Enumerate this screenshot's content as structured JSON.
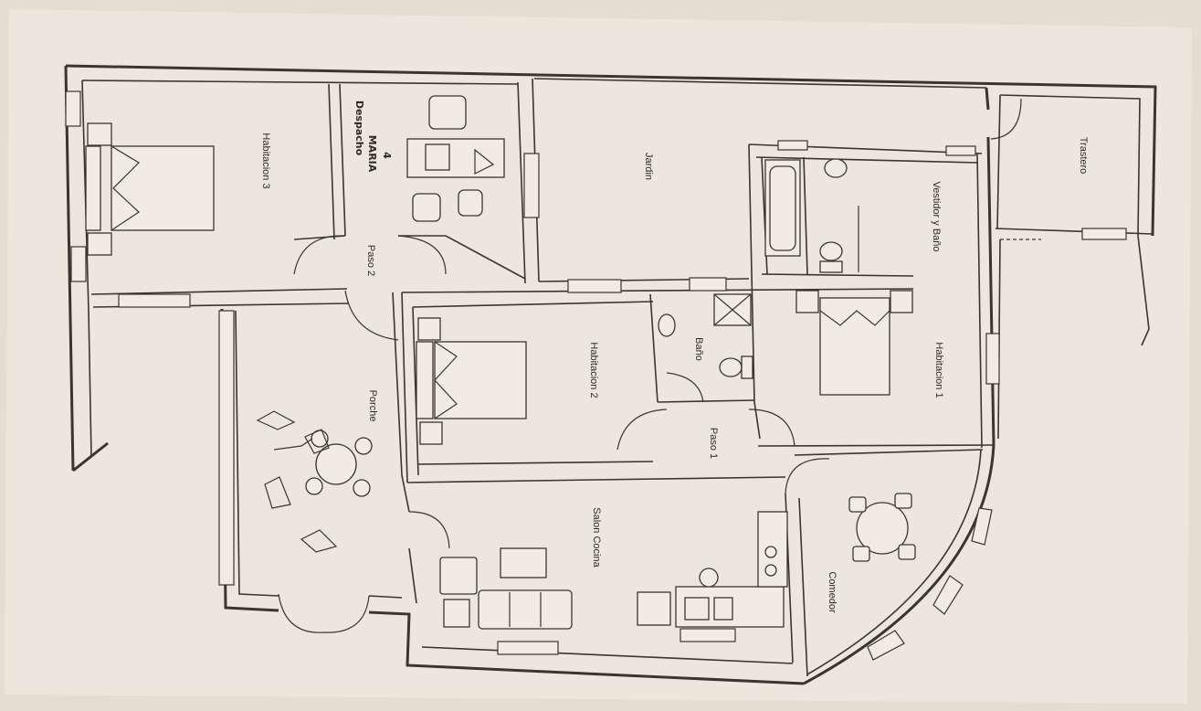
{
  "rooms": {
    "habitacion_3": "Habitacion 3",
    "despacho": "Despacho",
    "despacho_note": "MARIA",
    "despacho_number": "4",
    "jardin": "Jardin",
    "vestidor_bano": "Vestidor y Baño",
    "trastero": "Trastero",
    "paso_2": "Paso 2",
    "habitacion_2": "Habitacion 2",
    "bano": "Baño",
    "habitacion_1": "Habitacion 1",
    "porche": "Porche",
    "paso_1": "Paso 1",
    "salon_cocina": "Salon Cocina",
    "comedor": "Comedor"
  },
  "colors": {
    "paper": "#f1ece3",
    "background": "#d9d2c7",
    "line": "#3a3530"
  }
}
